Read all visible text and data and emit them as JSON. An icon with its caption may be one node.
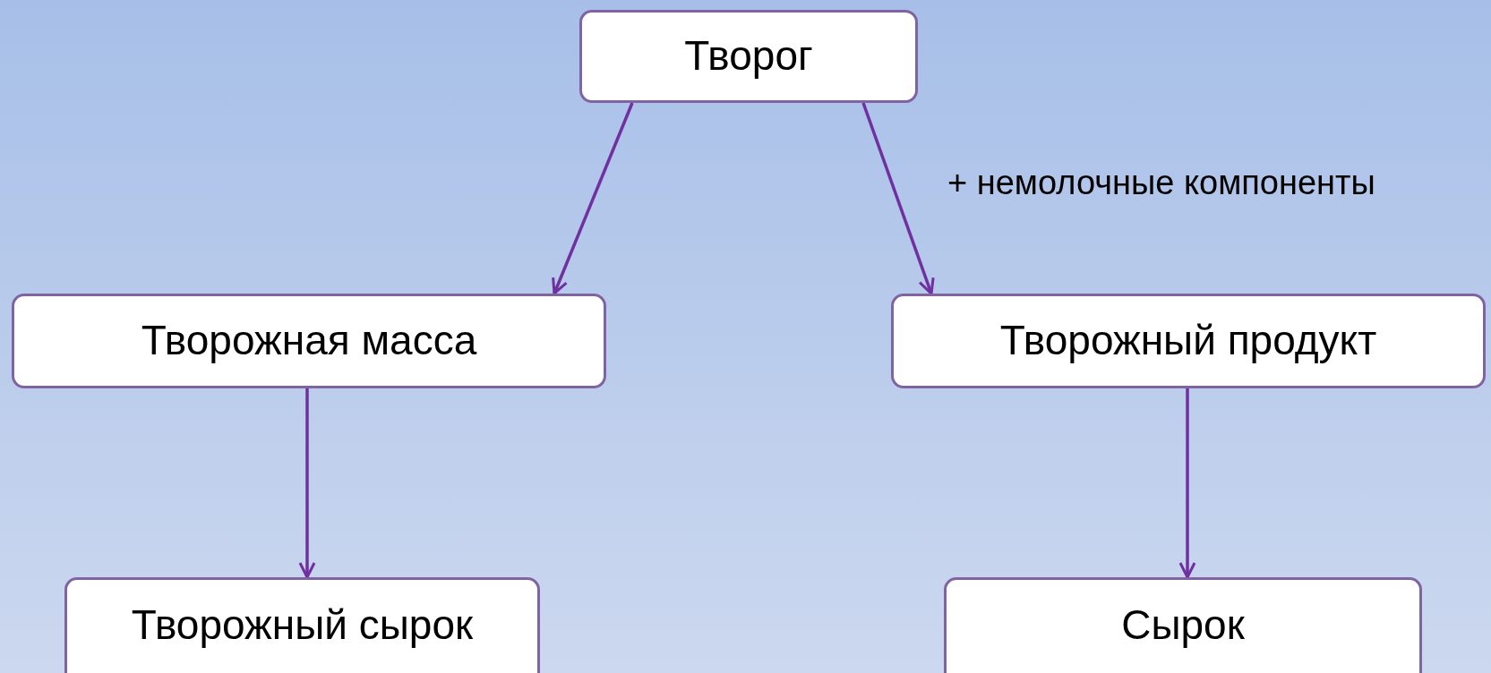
{
  "diagram": {
    "nodes": [
      {
        "text": [
          "Творог"
        ]
      },
      {
        "text": [
          "Творожная масса"
        ]
      },
      {
        "text": [
          "Творожный продукт"
        ]
      },
      {
        "text": [
          "Творожный сырок"
        ]
      },
      {
        "text": [
          "Сырок"
        ]
      }
    ],
    "edges": [
      {
        "from": 0,
        "to": 1,
        "arrow": "to"
      },
      {
        "from": 0,
        "to": 2,
        "arrow": "to",
        "label": "+ немолочные компоненты"
      },
      {
        "from": 1,
        "to": 3,
        "arrow": "to"
      },
      {
        "from": 2,
        "to": 4,
        "arrow": "to"
      }
    ]
  }
}
